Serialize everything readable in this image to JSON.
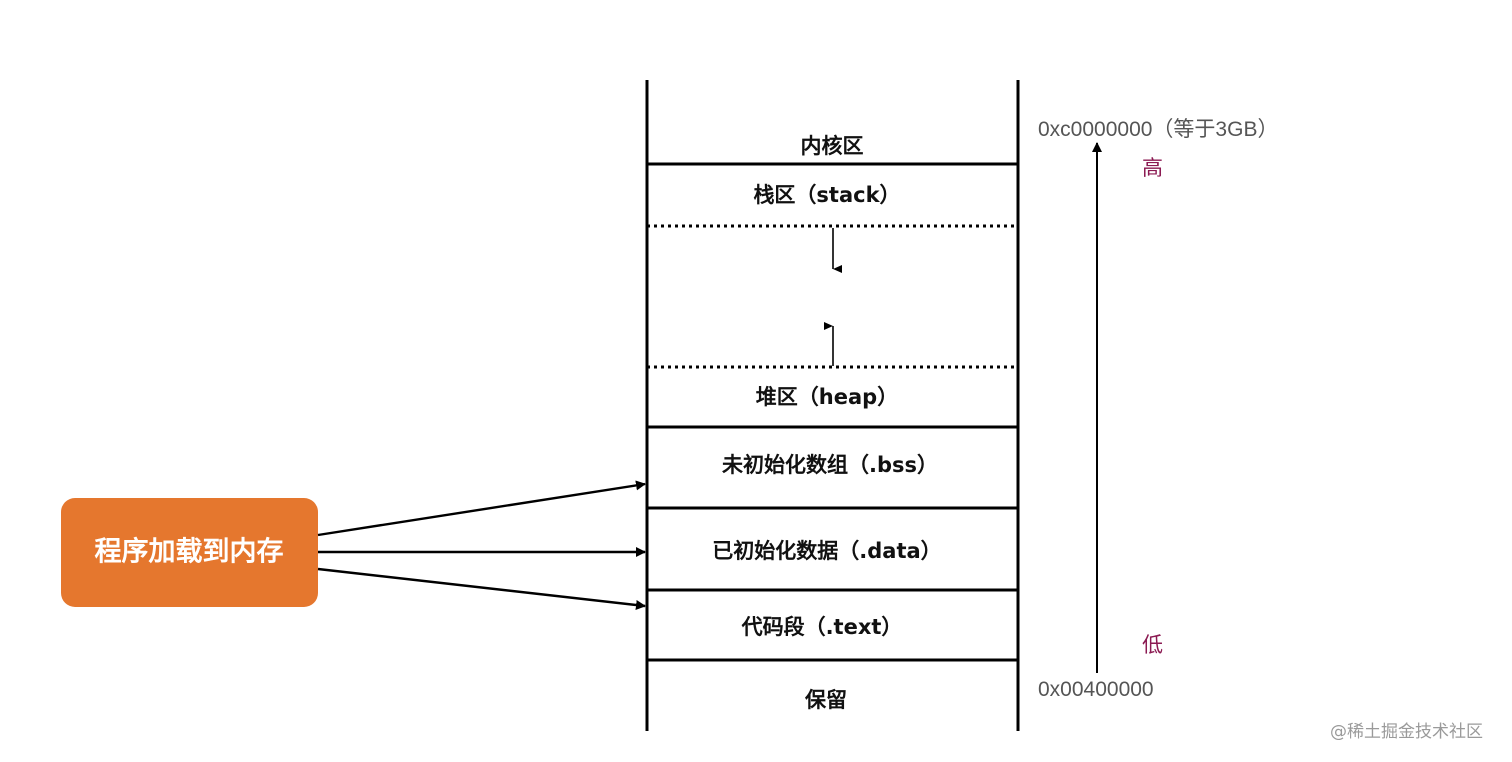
{
  "diagram": {
    "title": "进程虚拟内存布局",
    "loader": {
      "label": "程序加载到内存",
      "color": "#e5772e"
    },
    "segments": [
      {
        "id": "kernel",
        "label": "内核区"
      },
      {
        "id": "stack",
        "label": "栈区（stack）"
      },
      {
        "id": "free",
        "label": ""
      },
      {
        "id": "heap",
        "label": "堆区（heap）"
      },
      {
        "id": "bss",
        "label": "未初始化数组（.bss）"
      },
      {
        "id": "data",
        "label": "已初始化数据（.data）"
      },
      {
        "id": "text",
        "label": "代码段（.text）"
      },
      {
        "id": "reserved",
        "label": "保留"
      }
    ],
    "growth_arrows": {
      "stack_direction": "down",
      "heap_direction": "up"
    },
    "address_axis": {
      "high_address": "0xc0000000（等于3GB）",
      "low_address": "0x00400000",
      "high_label": "高",
      "low_label": "低",
      "label_color": "#8b1a52"
    },
    "loader_arrow_targets": [
      "bss",
      "data",
      "text"
    ]
  },
  "watermark": "@稀土掘金技术社区"
}
